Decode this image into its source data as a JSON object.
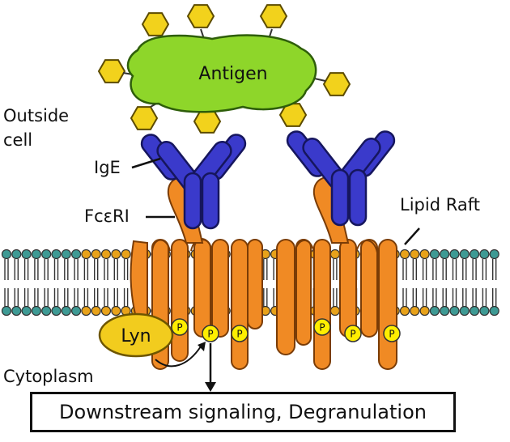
{
  "labels": {
    "antigen": "Antigen",
    "outside_line1": "Outside",
    "outside_line2": "cell",
    "ige": "IgE",
    "fceri": "FcεRI",
    "lipid_raft": "Lipid Raft",
    "lyn": "Lyn",
    "cytoplasm": "Cytoplasm",
    "phosphate": "P",
    "downstream": "Downstream signaling, Degranulation"
  },
  "colors": {
    "antigen": "#8ed62a",
    "hexagon": "#f2d21c",
    "ige": "#3a3acb",
    "receptor": "#f08a24",
    "lipid_head": "#e8a21a",
    "lipid_head_outer": "#3e9a94",
    "lyn": "#f2cc1e",
    "phosphate": "#ffee00"
  }
}
